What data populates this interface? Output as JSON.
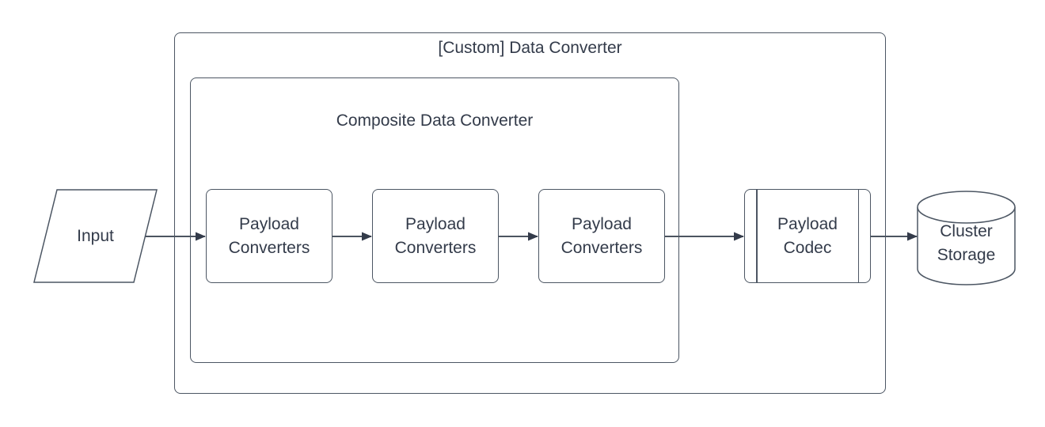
{
  "colors": {
    "background": "#ffffff",
    "shape_stroke": "#4c5663",
    "connector": "#333b4a",
    "text": "#333b4a"
  },
  "diagram": {
    "outer_group_label": "[Custom] Data Converter",
    "inner_group_label": "Composite Data Converter",
    "nodes": {
      "input": {
        "label": "Input",
        "shape": "parallelogram"
      },
      "converter_1": {
        "label": "Payload\nConverters",
        "shape": "rectangle"
      },
      "converter_2": {
        "label": "Payload\nConverters",
        "shape": "rectangle"
      },
      "converter_3": {
        "label": "Payload\nConverters",
        "shape": "rectangle"
      },
      "payload_codec": {
        "label": "Payload\nCodec",
        "shape": "predefined-process"
      },
      "cluster_storage": {
        "label": "Cluster\nStorage",
        "shape": "cylinder"
      }
    },
    "connections": [
      {
        "from": "input",
        "to": "converter_1"
      },
      {
        "from": "converter_1",
        "to": "converter_2"
      },
      {
        "from": "converter_2",
        "to": "converter_3"
      },
      {
        "from": "converter_3",
        "to": "payload_codec"
      },
      {
        "from": "payload_codec",
        "to": "cluster_storage"
      }
    ]
  }
}
